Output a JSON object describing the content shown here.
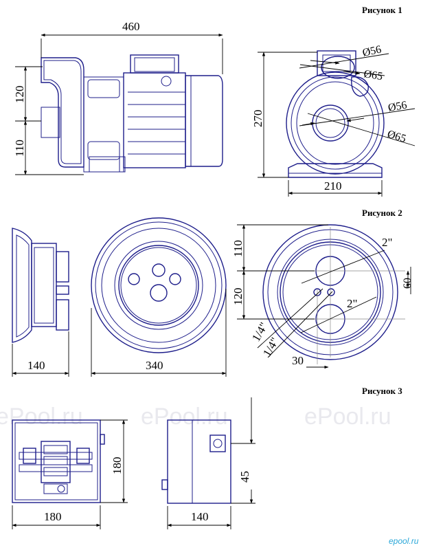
{
  "figures": {
    "fig1": {
      "caption": "Рисунок 1",
      "dims": {
        "length": "460",
        "upper_height": "120",
        "lower_height": "110",
        "total_height": "270",
        "base_width": "210",
        "port_top_inner": "Ø56",
        "port_top_outer": "Ø65",
        "port_front_inner": "Ø56",
        "port_front_outer": "Ø65"
      }
    },
    "fig2": {
      "caption": "Рисунок 2",
      "dims": {
        "depth": "140",
        "diameter": "340",
        "top_offset": "110",
        "mid_offset": "120",
        "thread_upper": "2\"",
        "thread_lower": "2\"",
        "port_spacing": "60",
        "small_thread_1": "1/4\"",
        "small_thread_2": "1/4\"",
        "small_offset": "30"
      }
    },
    "fig3": {
      "caption": "Рисунок 3",
      "dims": {
        "front_height": "180",
        "front_width": "180",
        "side_depth": "140",
        "side_offset": "45"
      }
    }
  },
  "watermarks": [
    "ePool.ru",
    "ePool.ru",
    "ePool.ru"
  ],
  "logo_text": "epool.ru"
}
